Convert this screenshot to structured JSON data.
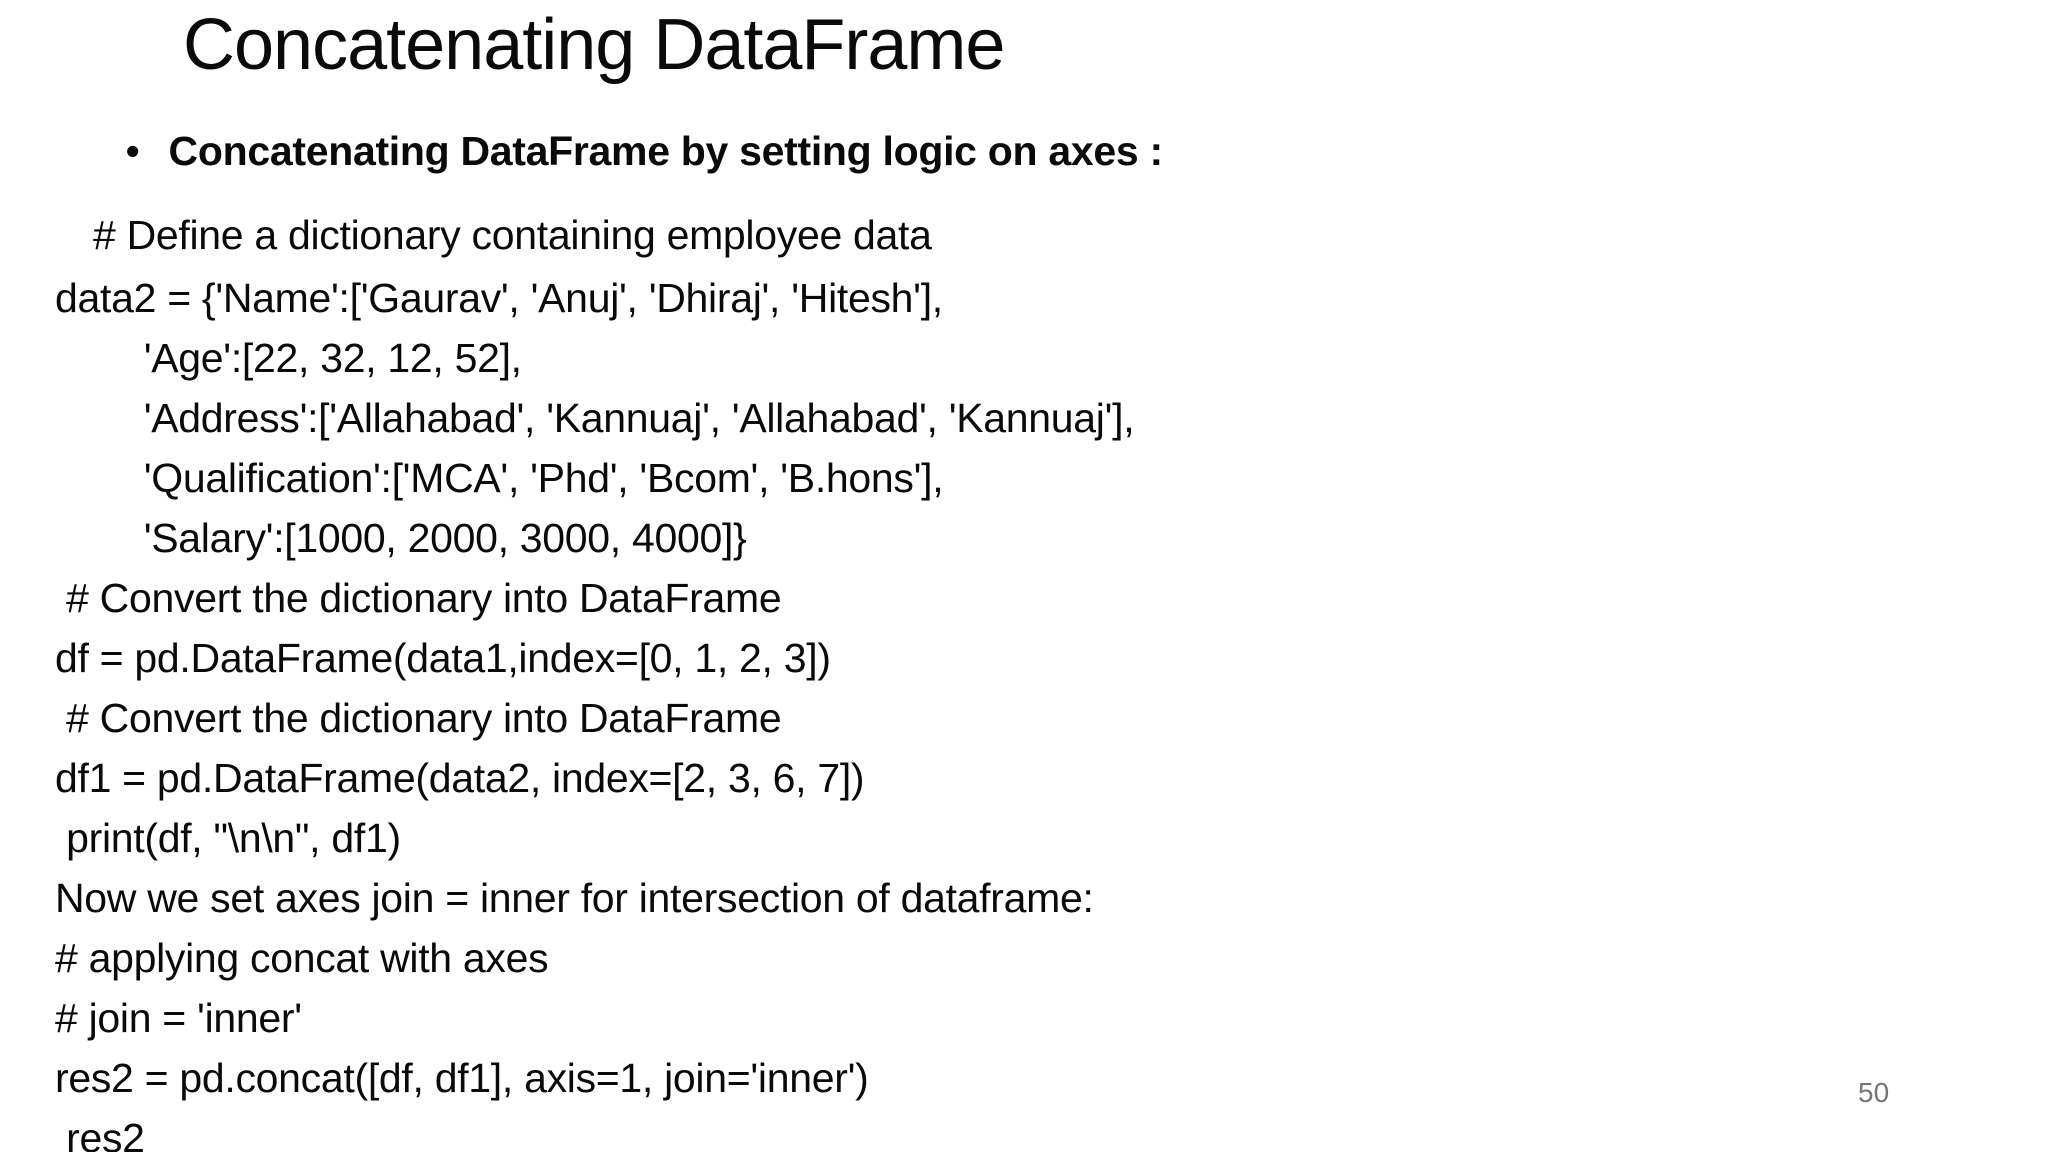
{
  "slide": {
    "title": "Concatenating DataFrame",
    "bullet": {
      "marker": "•",
      "text": "Concatenating DataFrame by setting logic on axes :",
      "subtext": "# Define a dictionary containing employee data"
    },
    "code_lines": [
      "data2 = {'Name':['Gaurav', 'Anuj', 'Dhiraj', 'Hitesh'],",
      "        'Age':[22, 32, 12, 52],",
      "        'Address':['Allahabad', 'Kannuaj', 'Allahabad', 'Kannuaj'],",
      "        'Qualification':['MCA', 'Phd', 'Bcom', 'B.hons'],",
      "        'Salary':[1000, 2000, 3000, 4000]}",
      " # Convert the dictionary into DataFrame",
      "df = pd.DataFrame(data1,index=[0, 1, 2, 3])",
      " # Convert the dictionary into DataFrame",
      "df1 = pd.DataFrame(data2, index=[2, 3, 6, 7])",
      " print(df, \"\\n\\n\", df1)",
      "Now we set axes join = inner for intersection of dataframe:",
      "# applying concat with axes",
      "# join = 'inner'",
      "res2 = pd.concat([df, df1], axis=1, join='inner')",
      " res2"
    ],
    "page_number": "50",
    "colors": {
      "background": "#ffffff",
      "text": "#0a0a0a",
      "page_number": "#767676"
    }
  }
}
